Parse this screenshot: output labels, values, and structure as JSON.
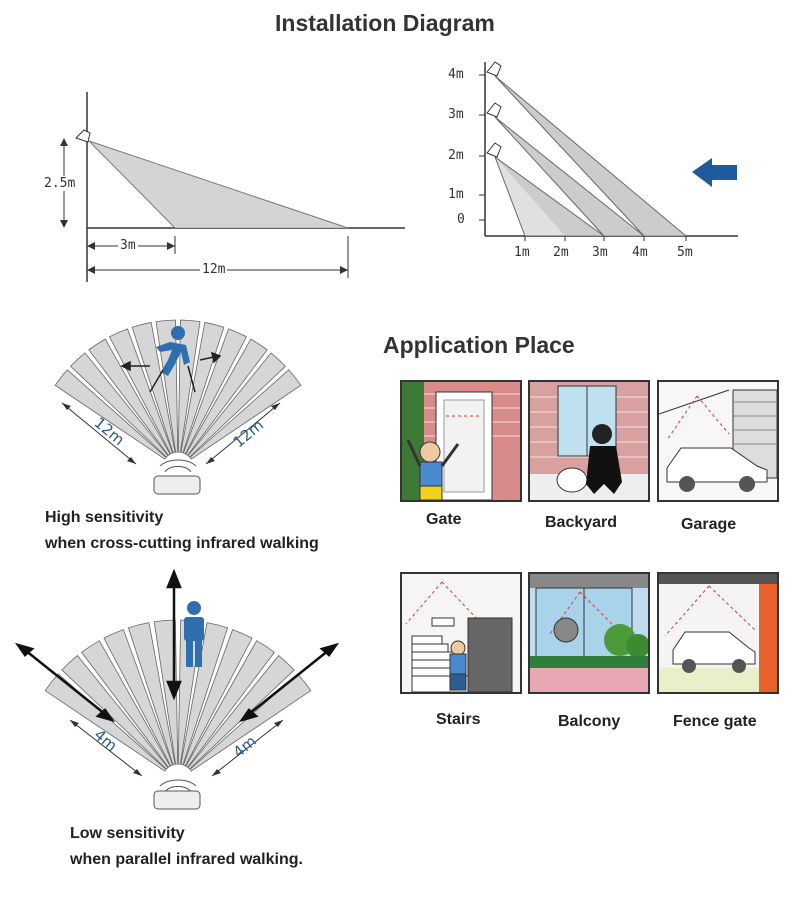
{
  "install": {
    "title": "Installation Diagram",
    "left": {
      "height": "2.5m",
      "near": "3m",
      "far": "12m"
    },
    "right": {
      "y_labels": [
        "4m",
        "3m",
        "2m",
        "1m",
        "0"
      ],
      "x_labels": [
        "1m",
        "2m",
        "3m",
        "4m",
        "5m"
      ]
    }
  },
  "sensitivity": {
    "high": {
      "range_left": "12m",
      "range_right": "12m",
      "line1": "High sensitivity",
      "line2": "when cross-cutting infrared walking"
    },
    "low": {
      "range_left": "4m",
      "range_right": "4m",
      "line1": "Low sensitivity",
      "line2": "when parallel infrared walking."
    }
  },
  "application": {
    "title": "Application Place",
    "places": [
      "Gate",
      "Backyard",
      "Garage",
      "Stairs",
      "Balcony",
      "Fence gate"
    ]
  },
  "colors": {
    "arrow_blue": "#1f5a9c",
    "figure_blue": "#2f6fb0",
    "fan_gray": "#d6d6d6"
  }
}
